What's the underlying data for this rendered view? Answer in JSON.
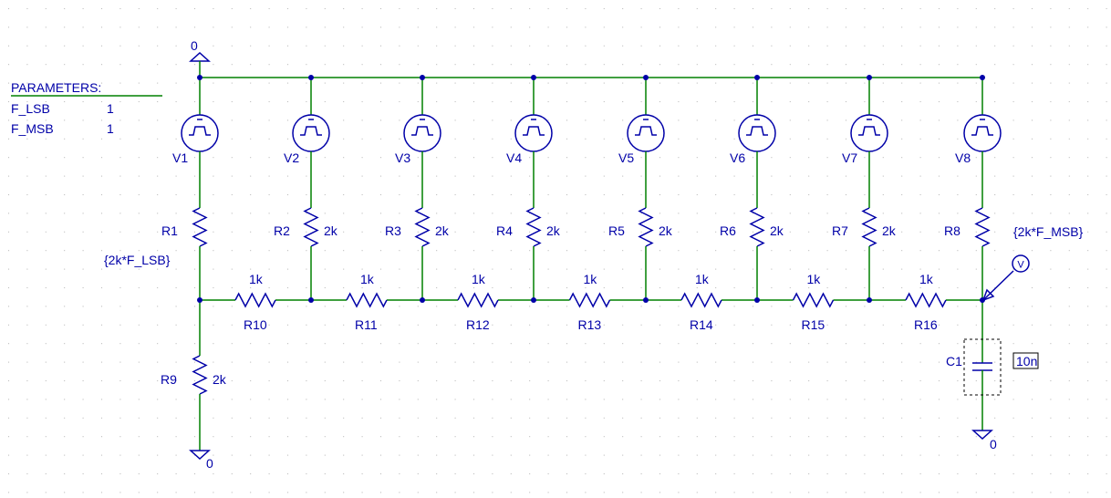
{
  "params": {
    "title": "PARAMETERS:",
    "rows": [
      {
        "name": "F_LSB",
        "value": "1"
      },
      {
        "name": "F_MSB",
        "value": "1"
      }
    ]
  },
  "top_ground_label": "0",
  "sources": [
    {
      "ref": "V1"
    },
    {
      "ref": "V2"
    },
    {
      "ref": "V3"
    },
    {
      "ref": "V4"
    },
    {
      "ref": "V5"
    },
    {
      "ref": "V6"
    },
    {
      "ref": "V7"
    },
    {
      "ref": "V8"
    }
  ],
  "vertical_resistors": [
    {
      "ref": "R1",
      "value": "{2k*F_LSB}"
    },
    {
      "ref": "R2",
      "value": "2k"
    },
    {
      "ref": "R3",
      "value": "2k"
    },
    {
      "ref": "R4",
      "value": "2k"
    },
    {
      "ref": "R5",
      "value": "2k"
    },
    {
      "ref": "R6",
      "value": "2k"
    },
    {
      "ref": "R7",
      "value": "2k"
    },
    {
      "ref": "R8",
      "value": "{2k*F_MSB}"
    }
  ],
  "ladder_resistors": [
    {
      "ref": "R10",
      "value": "1k"
    },
    {
      "ref": "R11",
      "value": "1k"
    },
    {
      "ref": "R12",
      "value": "1k"
    },
    {
      "ref": "R13",
      "value": "1k"
    },
    {
      "ref": "R14",
      "value": "1k"
    },
    {
      "ref": "R15",
      "value": "1k"
    },
    {
      "ref": "R16",
      "value": "1k"
    }
  ],
  "r9": {
    "ref": "R9",
    "value": "2k"
  },
  "r9_ground_label": "0",
  "capacitor": {
    "ref": "C1",
    "value": "10n"
  },
  "cap_ground_label": "0",
  "probe_label": "V",
  "colors": {
    "wire": "#008000",
    "part": "#0000a8",
    "grid": "#b0b0b0"
  }
}
